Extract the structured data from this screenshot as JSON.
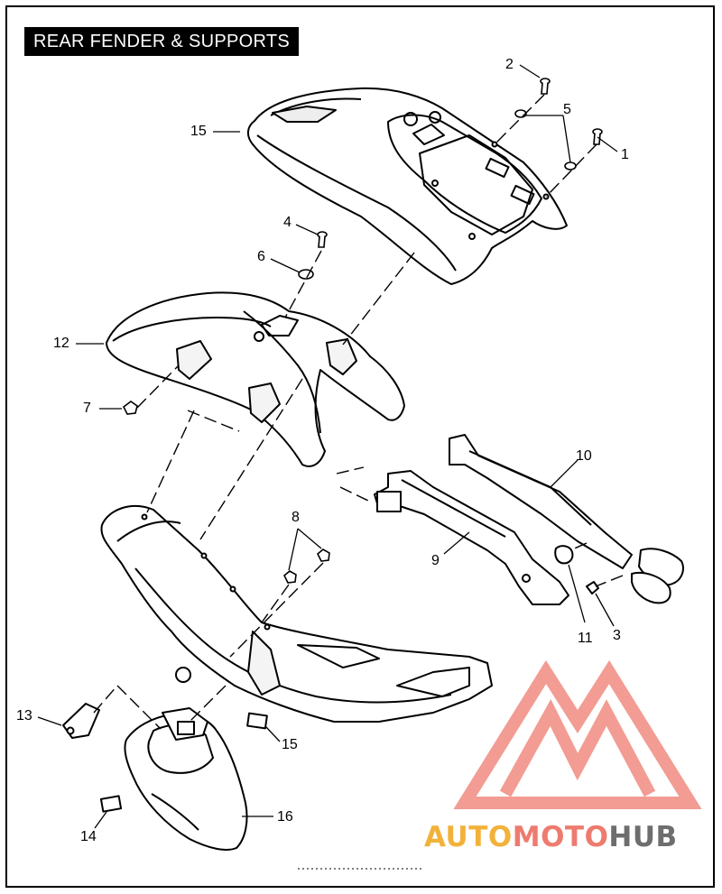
{
  "title": "REAR FENDER & SUPPORTS",
  "callouts": {
    "c1": "1",
    "c2": "2",
    "c3": "3",
    "c4": "4",
    "c5": "5",
    "c6": "6",
    "c7": "7",
    "c8": "8",
    "c9": "9",
    "c10": "10",
    "c11": "11",
    "c12": "12",
    "c13": "13",
    "c14": "14",
    "c15a": "15",
    "c15b": "15",
    "c16": "16"
  },
  "watermark": {
    "part1": "AUTO",
    "part2": "MOTO",
    "part3": "HUB"
  },
  "colors": {
    "line": "#000000",
    "logo_red": "#ee7b6f",
    "logo_yellow": "#f2b23a",
    "logo_gray": "#6e6e6e"
  }
}
